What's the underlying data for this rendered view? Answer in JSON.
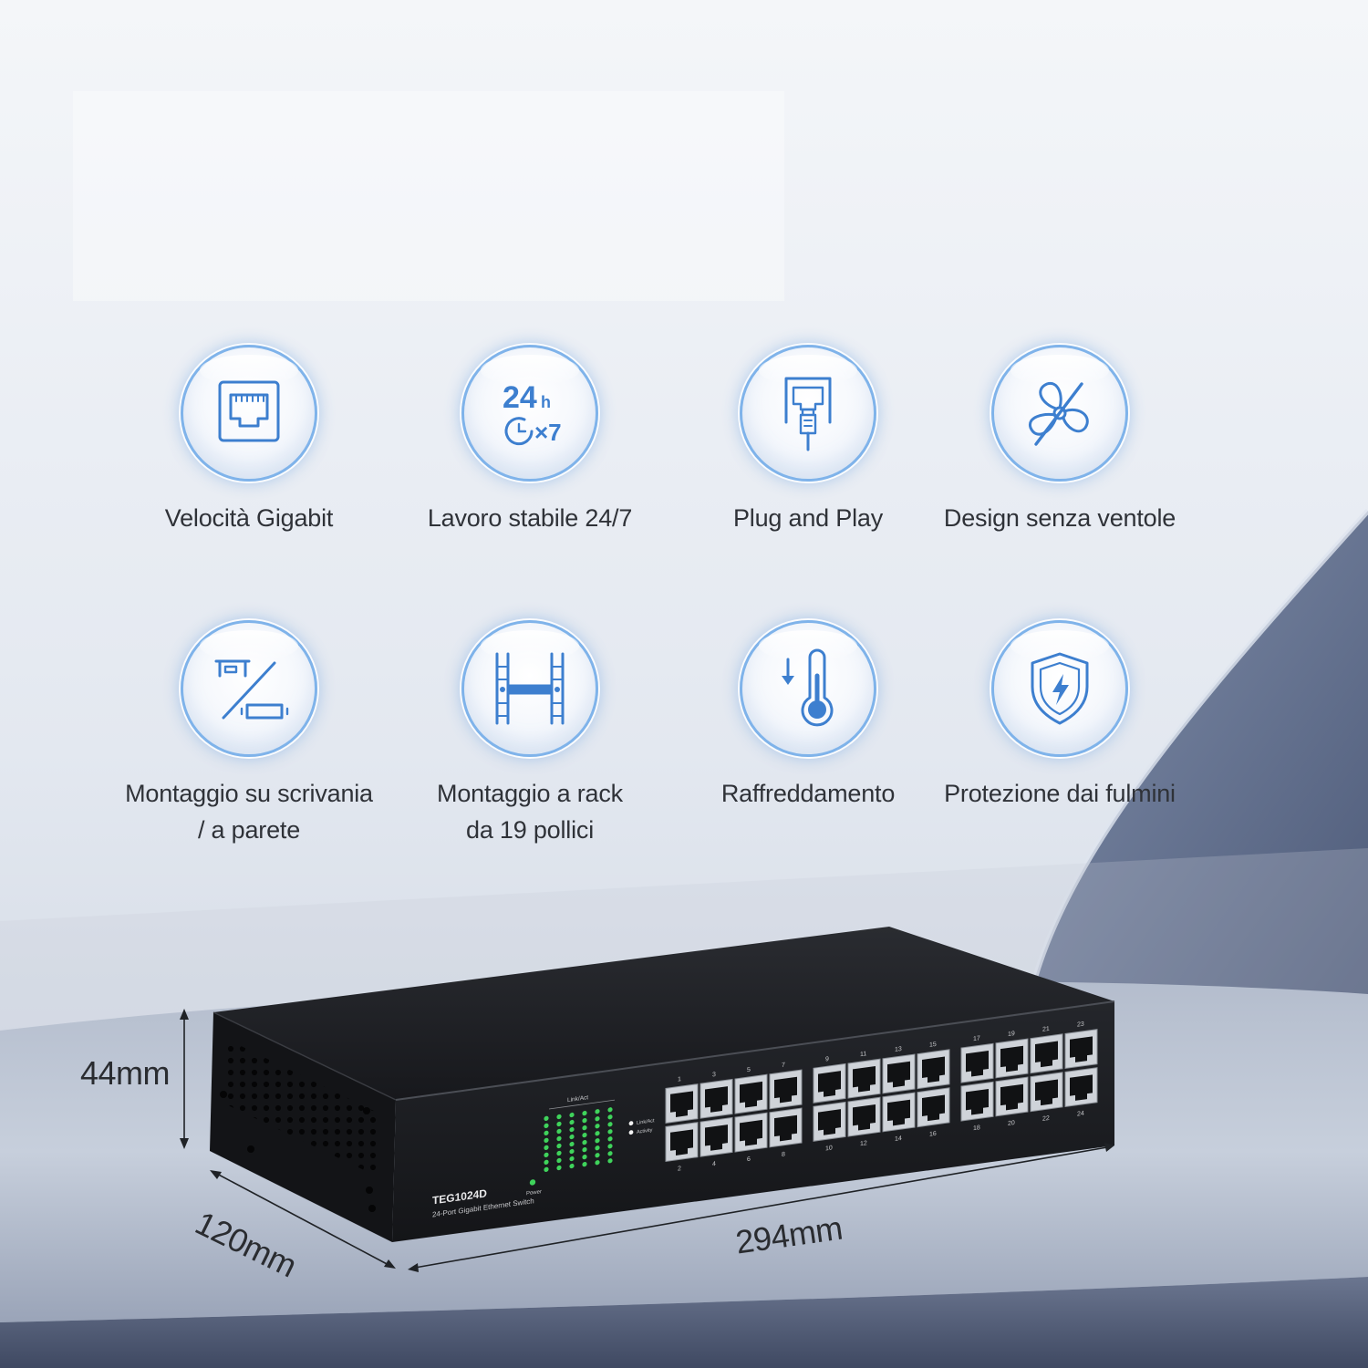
{
  "features": [
    {
      "label": "Velocità Gigabit",
      "icon": "ethernet-port-icon"
    },
    {
      "label": "Lavoro stabile 24/7",
      "icon": "24h-clock-icon",
      "icon_text": {
        "hours": "24",
        "unit": "h",
        "days": "×7"
      }
    },
    {
      "label": "Plug and Play",
      "icon": "plug-cable-icon"
    },
    {
      "label": "Design senza ventole",
      "icon": "no-fan-icon"
    },
    {
      "label": "Montaggio su scrivania\n/ a parete",
      "icon": "desk-wall-mount-icon"
    },
    {
      "label": "Montaggio a rack\nda 19 pollici",
      "icon": "rack-mount-icon"
    },
    {
      "label": "Raffreddamento",
      "icon": "thermometer-icon"
    },
    {
      "label": "Protezione dai fulmini",
      "icon": "lightning-shield-icon"
    }
  ],
  "product": {
    "model": "TEG1024D",
    "subtitle": "24-Port Gigabit Ethernet Switch",
    "led_header": "Link/Act",
    "power_label": "Power",
    "legend": [
      "Link/Act",
      "Activity"
    ],
    "port_count": 24
  },
  "dimensions": {
    "height": "44mm",
    "depth": "120mm",
    "width": "294mm"
  },
  "colors": {
    "accent": "#3a86d8",
    "icon_line": "#3d7fcf",
    "device_body": "#1c1d21",
    "led": "#3fd35b"
  }
}
